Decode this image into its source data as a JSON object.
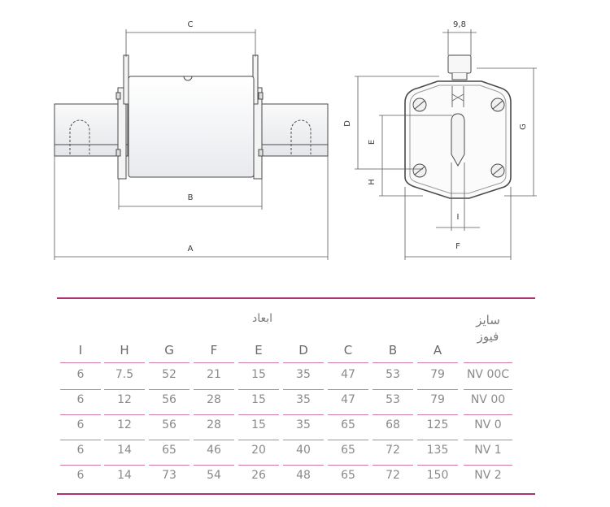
{
  "drawing": {
    "labels": {
      "a": "A",
      "b": "B",
      "c": "C",
      "d": "D",
      "e": "E",
      "f": "F",
      "g": "G",
      "h": "H",
      "i": "I",
      "tab_width": "9,8"
    }
  },
  "table": {
    "group_title": "ابعاد",
    "size_title_line1": "سایز",
    "size_title_line2": "فیوز",
    "columns": [
      "I",
      "H",
      "G",
      "F",
      "E",
      "D",
      "C",
      "B",
      "A"
    ],
    "rows": [
      {
        "size": "NV 00C",
        "values": [
          "6",
          "7.5",
          "52",
          "21",
          "15",
          "35",
          "47",
          "53",
          "79"
        ]
      },
      {
        "size": "NV 00",
        "values": [
          "6",
          "12",
          "56",
          "28",
          "15",
          "35",
          "47",
          "53",
          "79"
        ]
      },
      {
        "size": "NV 0",
        "values": [
          "6",
          "12",
          "56",
          "28",
          "15",
          "35",
          "65",
          "68",
          "125"
        ]
      },
      {
        "size": "NV 1",
        "values": [
          "6",
          "14",
          "65",
          "46",
          "20",
          "40",
          "65",
          "72",
          "135"
        ]
      },
      {
        "size": "NV 2",
        "values": [
          "6",
          "14",
          "73",
          "54",
          "26",
          "48",
          "65",
          "72",
          "150"
        ]
      }
    ],
    "accent_color": "#b0306e"
  }
}
